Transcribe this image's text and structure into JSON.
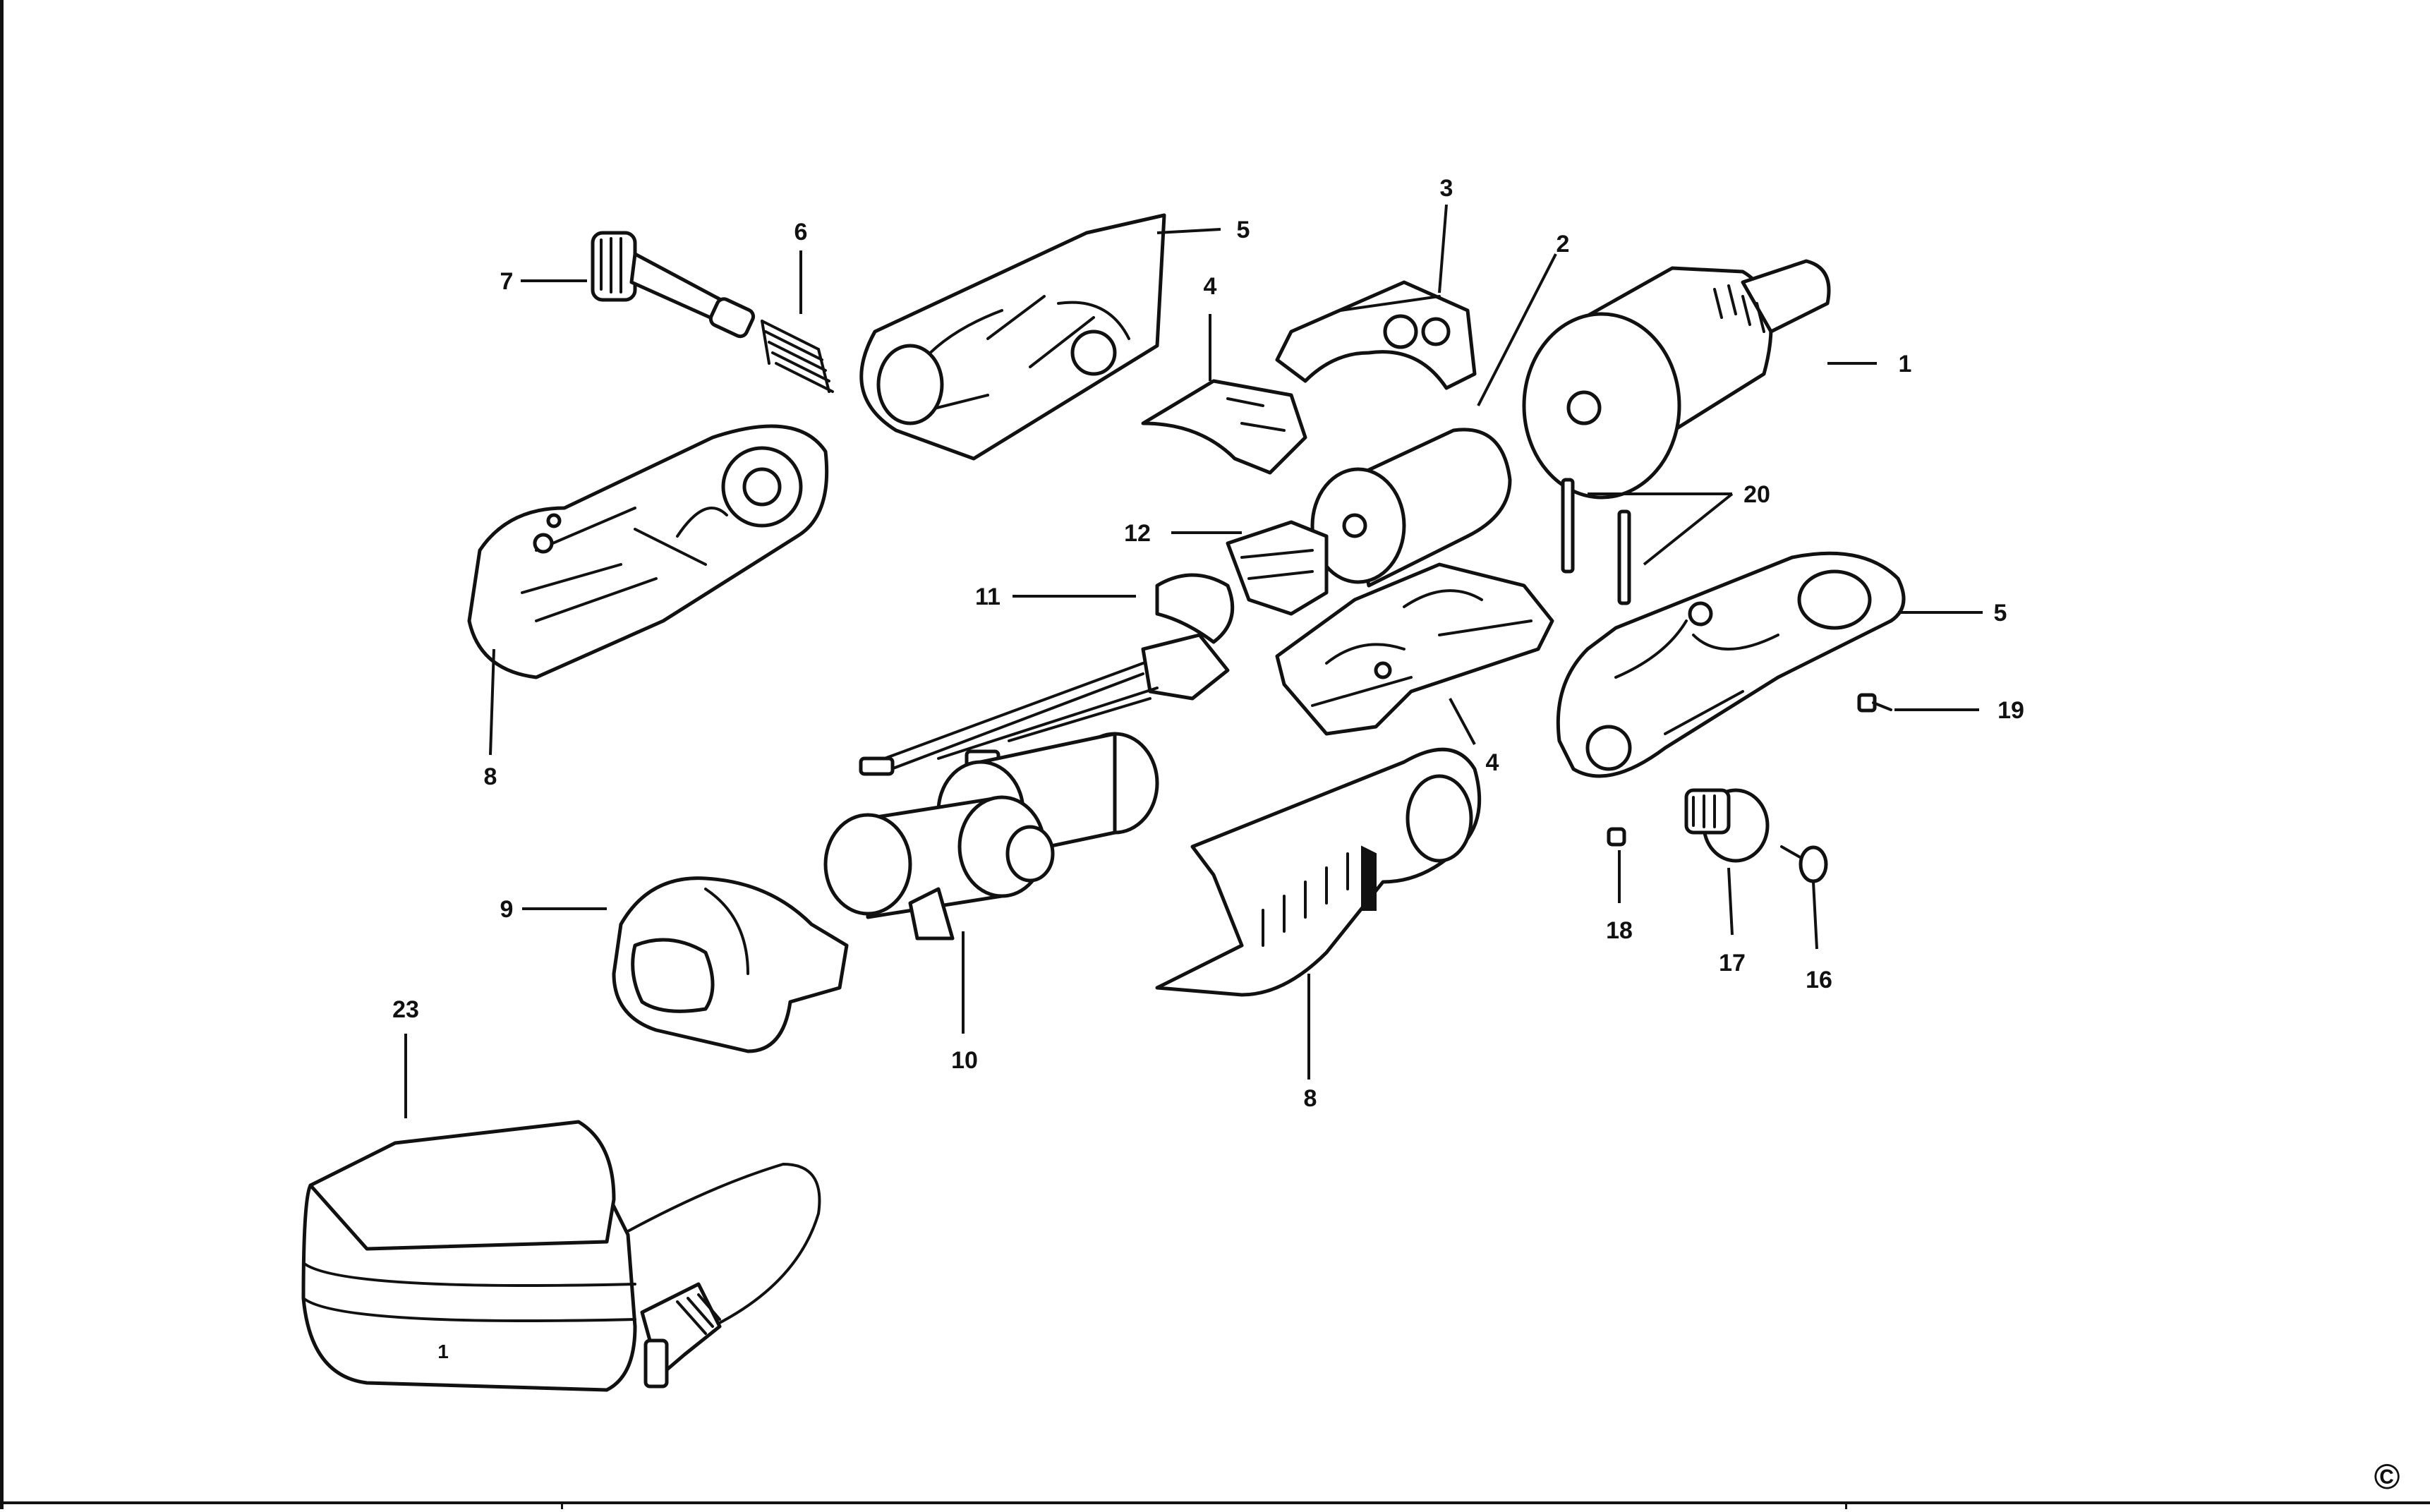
{
  "callouts": [
    {
      "id": "c1",
      "label": "1"
    },
    {
      "id": "c2",
      "label": "2"
    },
    {
      "id": "c3",
      "label": "3"
    },
    {
      "id": "c4a",
      "label": "4"
    },
    {
      "id": "c4b",
      "label": "4"
    },
    {
      "id": "c5a",
      "label": "5"
    },
    {
      "id": "c5b",
      "label": "5"
    },
    {
      "id": "c6",
      "label": "6"
    },
    {
      "id": "c7",
      "label": "7"
    },
    {
      "id": "c8a",
      "label": "8"
    },
    {
      "id": "c8b",
      "label": "8"
    },
    {
      "id": "c9",
      "label": "9"
    },
    {
      "id": "c10",
      "label": "10"
    },
    {
      "id": "c11",
      "label": "11"
    },
    {
      "id": "c12",
      "label": "12"
    },
    {
      "id": "c16",
      "label": "16"
    },
    {
      "id": "c17",
      "label": "17"
    },
    {
      "id": "c18",
      "label": "18"
    },
    {
      "id": "c19",
      "label": "19"
    },
    {
      "id": "c20",
      "label": "20"
    },
    {
      "id": "c23",
      "label": "23"
    }
  ],
  "charger_mark": "1",
  "copyright_symbol": "©"
}
